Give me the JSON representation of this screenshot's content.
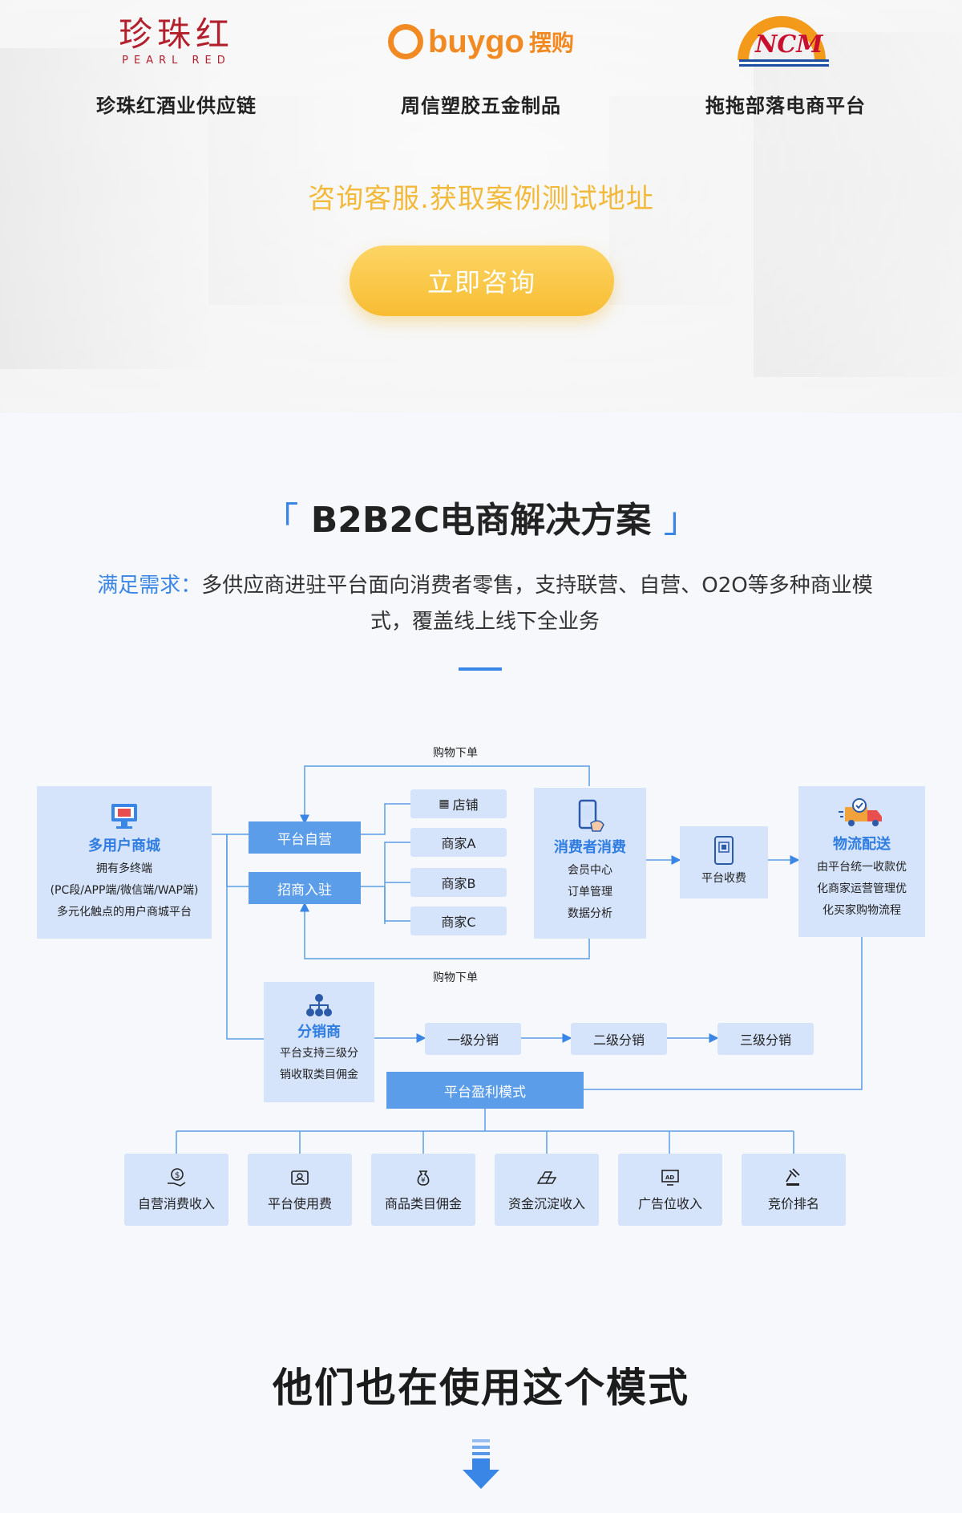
{
  "brands": [
    {
      "name": "珍珠红酒业供应链",
      "logo_cn": "珍珠红",
      "logo_en": "PEARL RED"
    },
    {
      "name": "周信塑胶五金制品",
      "logo_text": "buygo",
      "logo_cn": "摆购"
    },
    {
      "name": "拖拖部落电商平台",
      "logo_text": "NCM"
    }
  ],
  "consult": {
    "text": "咨询客服.获取案例测试地址",
    "button": "立即咨询"
  },
  "solution": {
    "title": "B2B2C电商解决方案",
    "bracket_open": "「",
    "bracket_close": "」",
    "desc_highlight": "满足需求：",
    "desc": "多供应商进驻平台面向消费者零售，支持联营、自营、O2O等多种商业模式，覆盖线上线下全业务"
  },
  "diagram": {
    "top_label": "购物下单",
    "mid_label": "购物下单",
    "mall": {
      "title": "多用户商城",
      "lines": [
        "拥有多终端",
        "(PC段/APP端/微信端/WAP端)",
        "多元化触点的用户商城平台"
      ]
    },
    "self_op": "平台自营",
    "merchant_in": "招商入驻",
    "shops": [
      "店铺",
      "商家A",
      "商家B",
      "商家C"
    ],
    "consumer": {
      "title": "消费者消费",
      "lines": [
        "会员中心",
        "订单管理",
        "数据分析"
      ]
    },
    "fee": "平台收费",
    "logistics": {
      "title": "物流配送",
      "lines": [
        "由平台统一收款优",
        "化商家运营管理优",
        "化买家购物流程"
      ]
    },
    "distributor": {
      "title": "分销商",
      "lines": [
        "平台支持三级分",
        "销收取类目佣金"
      ]
    },
    "levels": [
      "一级分销",
      "二级分销",
      "三级分销"
    ],
    "profit": "平台盈利模式",
    "incomes": [
      {
        "label": "自营消费收入",
        "icon": "money-hand-icon"
      },
      {
        "label": "平台使用费",
        "icon": "id-card-icon"
      },
      {
        "label": "商品类目佣金",
        "icon": "money-bag-icon"
      },
      {
        "label": "资金沉淀收入",
        "icon": "gold-bars-icon"
      },
      {
        "label": "广告位收入",
        "icon": "ad-screen-icon"
      },
      {
        "label": "竞价排名",
        "icon": "gavel-icon"
      }
    ]
  },
  "bottom": {
    "title": "他们也在使用这个模式"
  },
  "colors": {
    "accent": "#3a86e6",
    "box": "#d6e4fb",
    "button_blue": "#5b9de8",
    "gold": "#f7bd33"
  }
}
